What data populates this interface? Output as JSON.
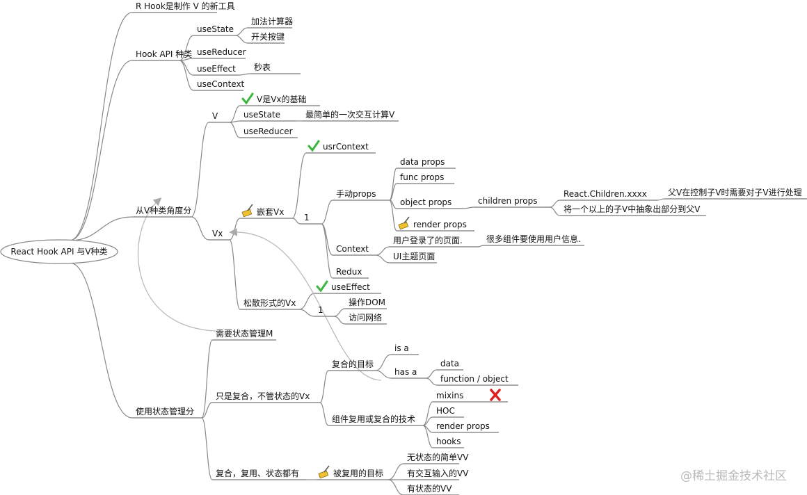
{
  "root": "React Hook API 与V种类",
  "watermark": "@稀土掘金技术社区",
  "icons": {
    "check": "check-icon",
    "brush": "brush-icon",
    "cross": "cross-icon"
  },
  "colors": {
    "line": "#888888",
    "check": "#3cb63c",
    "cross": "#e02020",
    "relation": "#bbbbbb"
  },
  "nodes": {
    "n1": "R Hook是制作 V 的新工具",
    "n2": "Hook API 种类",
    "ustate": "useState",
    "jiafa": "加法计算器",
    "kaiguan": "开关按键",
    "ureducer": "useReducer",
    "ueffect": "useEffect",
    "miaobiao": "秒表",
    "ucontext": "useContext",
    "n3": "从V种类角度分",
    "v": "V",
    "vbase": "V是Vx的基础",
    "vstate": "useState",
    "simplest": "最简单的一次交互计算V",
    "vreducer": "useReducer",
    "vx": "Vx",
    "nest": "嵌套Vx",
    "usr": "usrContext",
    "one1": "1",
    "manual": "手动props",
    "dataprops": "data props",
    "funcprops": "func props",
    "objprops": "object props",
    "childrenprops": "children props",
    "rcx": "React.Children.xxxx",
    "fatherv": "父V在控制子V时需要对子V进行处理",
    "extract": "将一个以上的子V中抽象出部分到父V",
    "renderprops": "render props",
    "context": "Context",
    "login": "用户登录了的页面.",
    "many": "很多组件要使用用户信息.",
    "ui": "UI主题页面",
    "redux": "Redux",
    "loose": "松散形式的Vx",
    "ueff2": "useEffect",
    "one2": "1",
    "dom": "操作DOM",
    "net": "访问网络",
    "n4": "使用状态管理分",
    "needm": "需要状态管理M",
    "onlycomp": "只是复合，不管状态的Vx",
    "goal": "复合的目标",
    "isa": "is a",
    "hasa": "has a",
    "data": "data",
    "fo": "function / object",
    "tech": "组件复用或复合的技术",
    "mixins": "mixins",
    "hoc": "HOC",
    "rp": "render props",
    "hooks": "hooks",
    "all": "复合，复用、状态都有",
    "reuse": "被复用的目标",
    "stateless": "无状态的简单VV",
    "interactive": "有交互输入的VV",
    "stateful": "有状态的VV"
  }
}
